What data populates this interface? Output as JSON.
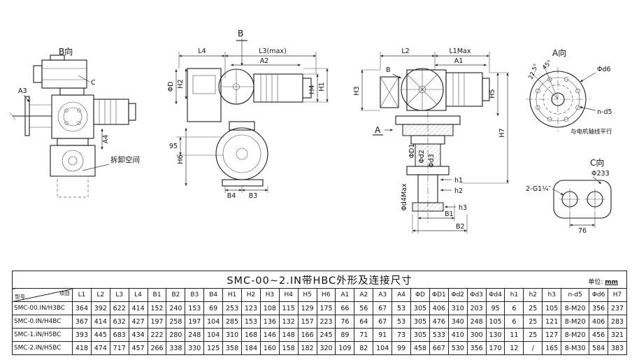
{
  "drawing": {
    "view_b": {
      "title": "B向",
      "a3": "A3",
      "c": "C",
      "a4": "A4",
      "dismantle_space": "拆卸空间"
    },
    "view_front": {
      "section_b": "B",
      "l4": "L4",
      "l3max": "L3(max)",
      "a2": "A2",
      "h2": "H2",
      "phi_d": "ΦD",
      "dim95": "95",
      "h6": "H6",
      "h4": "H4",
      "h1": "H1",
      "b4": "B4",
      "b3": "B3"
    },
    "view_side": {
      "l2": "L2",
      "l1max": "L1Max",
      "a1": "A1",
      "section_b": "B",
      "h3": "H3",
      "h5": "H5",
      "h7": "H7",
      "section_a": "A",
      "phi_d1": "ΦD1",
      "phi_d2": "Φd2",
      "phi_d3": "Φd3",
      "phi_d4max": "Φd4Max",
      "h1_small": "h1",
      "h2_small": "h2",
      "h3_small": "h3",
      "b1": "B1",
      "b2": "B2"
    },
    "view_a": {
      "title": "A向",
      "angle_225": "22.5°",
      "angle_45": "45°",
      "phi_d6": "Φd6",
      "n_d5": "n-d5",
      "parallel_note": "与电机轴线平行"
    },
    "view_c": {
      "title": "C向",
      "phi_233": "Φ233",
      "thread": "2-G1¼″",
      "dim76": "76"
    }
  },
  "table": {
    "title": "SMC-00~2.IN带HBC外形及连接尺寸",
    "unit_label": "单位:",
    "unit_value": "mm",
    "header_item": "项目",
    "header_model": "型号",
    "columns": [
      "L1",
      "L2",
      "L3",
      "L4",
      "B1",
      "B2",
      "B3",
      "B4",
      "H1",
      "H2",
      "H3",
      "H4",
      "H5",
      "H6",
      "A1",
      "A2",
      "A3",
      "A4",
      "ΦD",
      "ΦD1",
      "Φd2",
      "Φd3",
      "Φd4",
      "h1",
      "h2",
      "h3",
      "n-d5",
      "Φd6",
      "H7"
    ],
    "rows": [
      {
        "model": "SMC-00.IN/H3BC",
        "values": [
          "364",
          "392",
          "622",
          "414",
          "152",
          "240",
          "153",
          "69",
          "253",
          "123",
          "108",
          "115",
          "129",
          "175",
          "66",
          "56",
          "67",
          "53",
          "305",
          "406",
          "310",
          "203",
          "95",
          "6",
          "25",
          "105",
          "8-M20",
          "356",
          "237"
        ]
      },
      {
        "model": "SMC-0.IN/H4BC",
        "values": [
          "367",
          "414",
          "632",
          "427",
          "197",
          "258",
          "197",
          "104",
          "285",
          "153",
          "136",
          "132",
          "157",
          "223",
          "76",
          "64",
          "67",
          "53",
          "305",
          "476",
          "340",
          "248",
          "105",
          "6",
          "25",
          "121",
          "8-M20",
          "406",
          "283"
        ]
      },
      {
        "model": "SMC-1.IN/H5BC",
        "values": [
          "393",
          "445",
          "683",
          "434",
          "222",
          "280",
          "248",
          "104",
          "310",
          "168",
          "146",
          "148",
          "166",
          "245",
          "89",
          "71",
          "91",
          "73",
          "305",
          "533",
          "410",
          "300",
          "130",
          "11",
          "25",
          "127",
          "8-M20",
          "456",
          "321"
        ]
      },
      {
        "model": "SMC-2.IN/H5BC",
        "values": [
          "418",
          "474",
          "717",
          "457",
          "266",
          "338",
          "330",
          "125",
          "358",
          "184",
          "160",
          "158",
          "182",
          "320",
          "109",
          "82",
          "104",
          "99",
          "458",
          "667",
          "530",
          "356",
          "170",
          "12",
          "/",
          "165",
          "8-M30",
          "584",
          "383"
        ]
      }
    ]
  }
}
